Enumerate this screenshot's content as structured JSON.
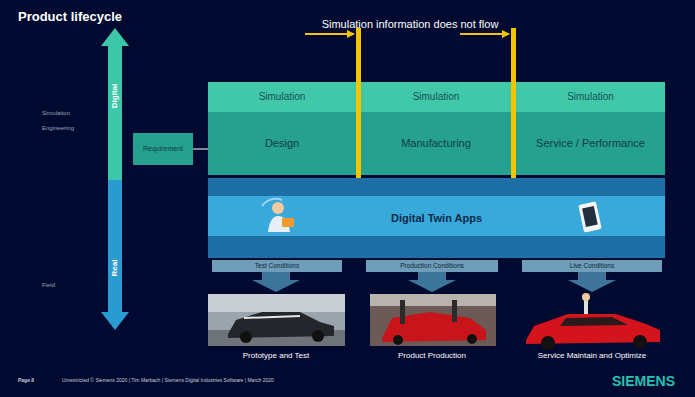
{
  "diagram": {
    "title": "Product lifecycle",
    "nodes": [
      {
        "text": [
          "Simulation"
        ]
      },
      {
        "text": [
          "Design"
        ]
      },
      {
        "text": [
          "Simulation"
        ]
      },
      {
        "text": [
          "Manufacturing"
        ]
      },
      {
        "text": [
          "Simulation"
        ]
      },
      {
        "text": [
          "Service / Performance"
        ]
      },
      {
        "text": [
          "Requirement"
        ]
      },
      {
        "text": [
          "Digital Twin Apps"
        ]
      },
      {
        "text": [
          "Test Conditions"
        ]
      },
      {
        "text": [
          "Production Conditions"
        ]
      },
      {
        "text": [
          "Live Conditions"
        ]
      }
    ],
    "edges": [
      {
        "from": 6,
        "to": 1,
        "arrow": "none"
      }
    ],
    "labels": [
      "Simulation information does not flow",
      "Simulation",
      "Engineering",
      "Field",
      "Digital",
      "Real",
      "Prototype and Test",
      "Product Production",
      "Service Maintain and Optimize",
      "Page 8",
      "Unrestricted © Siemens 2020 | Tim Marbach | Siemens Digital Industries Software | March 2020",
      "SIEMENS"
    ]
  }
}
